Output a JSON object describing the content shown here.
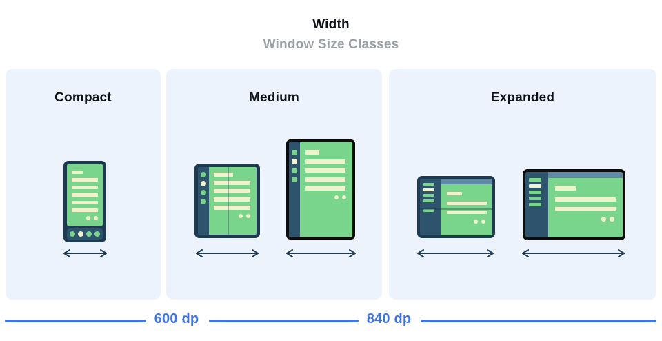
{
  "header": {
    "title": "Width",
    "subtitle": "Window Size Classes"
  },
  "panels": [
    {
      "id": "compact",
      "label": "Compact"
    },
    {
      "id": "medium",
      "label": "Medium"
    },
    {
      "id": "expanded",
      "label": "Expanded"
    }
  ],
  "ruler": {
    "breakpoint_1": "600 dp",
    "breakpoint_2": "840 dp"
  },
  "icons": {
    "width_arrow": "double-headed-horizontal-arrow"
  },
  "colors": {
    "accent-blue": "#3d74e7",
    "panel-bg": "#ecf3fc",
    "title-black": "#0d1117",
    "subtitle-gray": "#9aa0a6",
    "frame-navy": "#1e3a50",
    "rail-navy": "#2e536d",
    "frame-black": "#0d0d0d",
    "screen-green": "#79d58b",
    "content-cream": "#f1f2cd",
    "topbar-bluegray": "#6289a6",
    "arrow-navy": "#223c54"
  }
}
